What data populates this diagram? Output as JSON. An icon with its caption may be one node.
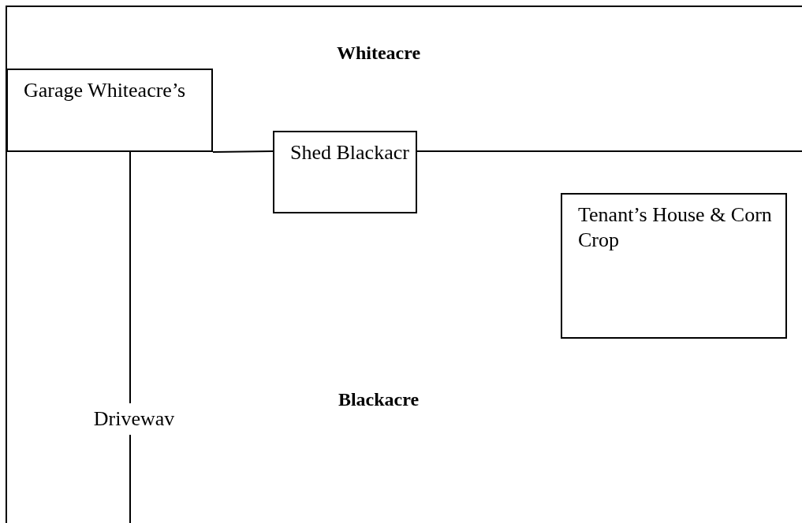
{
  "diagram": {
    "nodes": [
      {
        "text": [
          "Garage Whiteacre’s"
        ]
      },
      {
        "text": [
          "Shed Blackacr"
        ]
      },
      {
        "text": [
          "Tenant’s House & Corn Crop"
        ]
      },
      {
        "text": [
          "Drivewav"
        ]
      }
    ],
    "edges": [
      {
        "from": 0,
        "to": 1,
        "arrow": "none"
      },
      {
        "from": 1,
        "to": null,
        "arrow": "none"
      },
      {
        "from": 0,
        "to": 3,
        "arrow": "none"
      },
      {
        "from": 3,
        "to": null,
        "arrow": "none"
      }
    ],
    "labels": [
      "Whiteacre",
      "Blackacre"
    ]
  }
}
